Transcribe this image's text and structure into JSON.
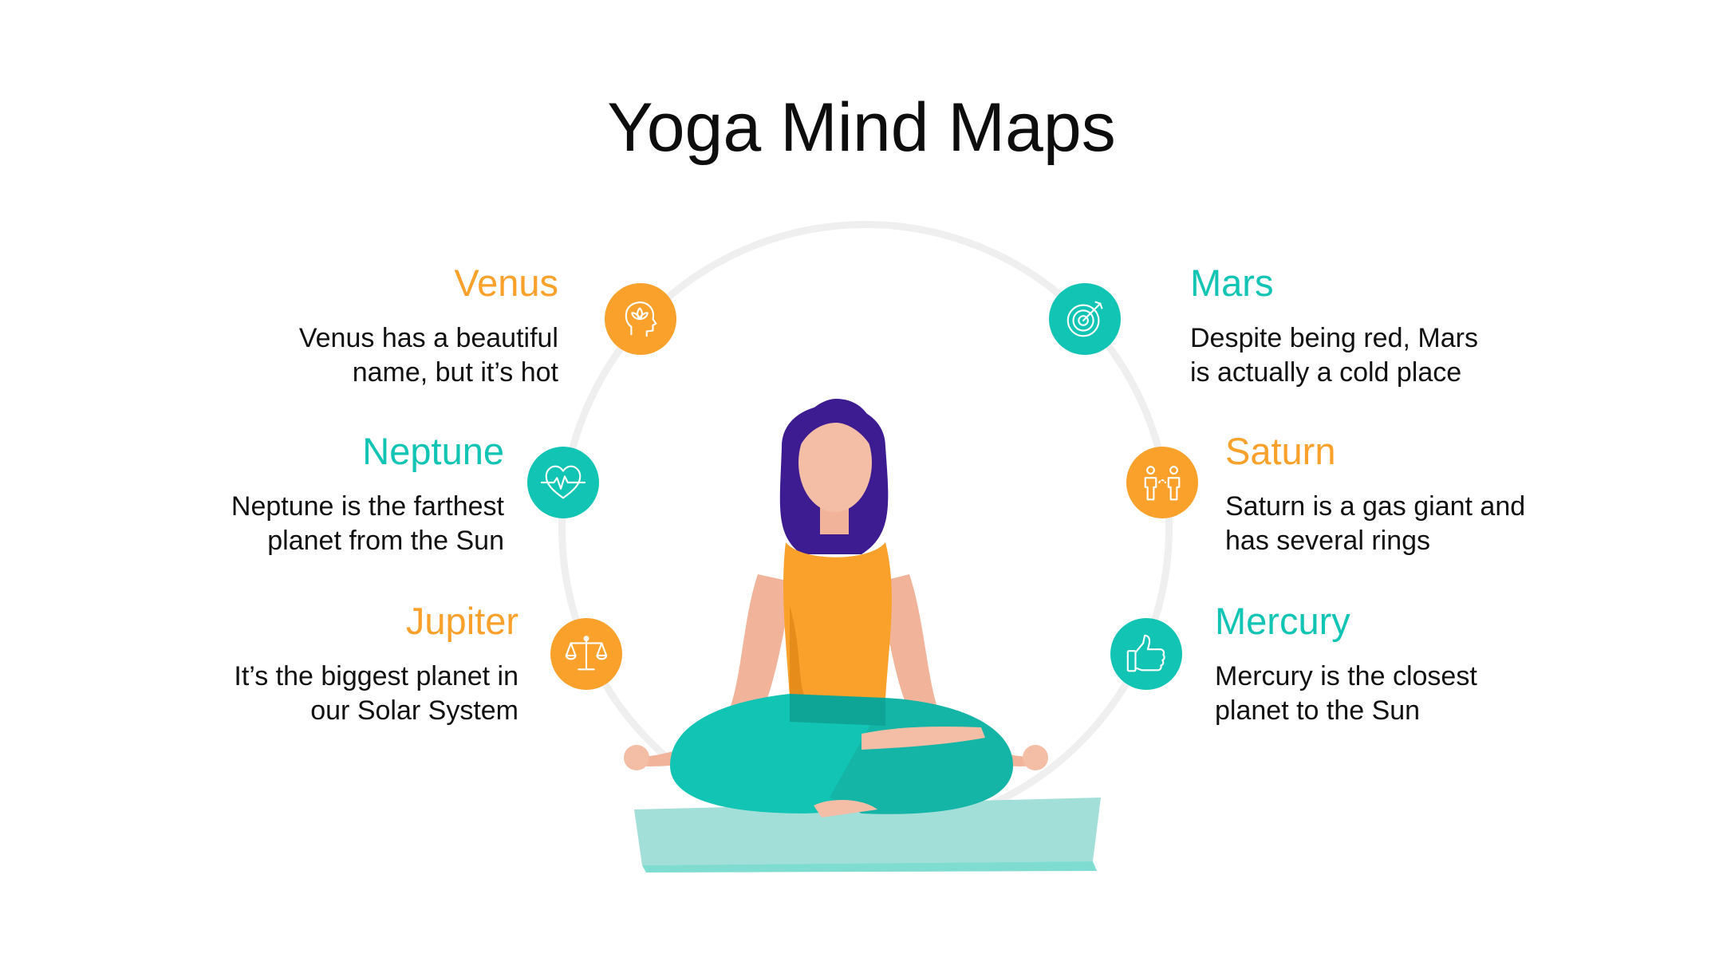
{
  "title": "Yoga Mind Maps",
  "colors": {
    "orange": "#f9a12a",
    "teal": "#11c4b4",
    "ring": "#efefef"
  },
  "items": [
    {
      "title": "Venus",
      "description_line1": "Venus has a beautiful",
      "description_line2": "name, but it’s hot",
      "icon": "head-lotus-icon",
      "color": "orange"
    },
    {
      "title": "Neptune",
      "description_line1": "Neptune is the farthest",
      "description_line2": "planet from the Sun",
      "icon": "heart-pulse-icon",
      "color": "teal"
    },
    {
      "title": "Jupiter",
      "description_line1": "It’s the biggest planet in",
      "description_line2": "our Solar System",
      "icon": "balance-scale-icon",
      "color": "orange"
    },
    {
      "title": "Mars",
      "description_line1": "Despite being red, Mars",
      "description_line2": "is actually a cold place",
      "icon": "target-icon",
      "color": "teal"
    },
    {
      "title": "Saturn",
      "description_line1": "Saturn is a gas giant and",
      "description_line2": "has several rings",
      "icon": "people-icon",
      "color": "orange"
    },
    {
      "title": "Mercury",
      "description_line1": "Mercury is the closest",
      "description_line2": "planet to the Sun",
      "icon": "thumbs-up-icon",
      "color": "teal"
    }
  ]
}
